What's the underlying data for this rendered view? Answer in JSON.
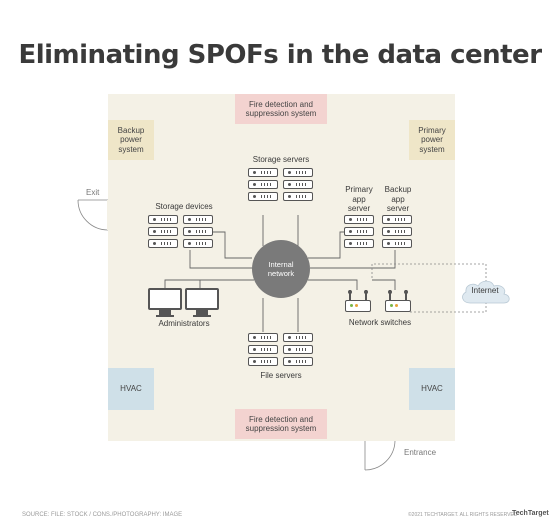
{
  "title": "Eliminating SPOFs in the data center",
  "zones": {
    "fire_top": "Fire detection and\nsuppression system",
    "fire_bottom": "Fire detection and\nsuppression system",
    "backup_power": "Backup\npower\nsystem",
    "primary_power": "Primary\npower\nsystem",
    "hvac_left": "HVAC",
    "hvac_right": "HVAC"
  },
  "labels": {
    "storage_servers": "Storage servers",
    "storage_devices": "Storage devices",
    "primary_app_server": "Primary\napp\nserver",
    "backup_app_server": "Backup\napp\nserver",
    "internal_network": "Internal\nnetwork",
    "administrators": "Administrators",
    "network_switches": "Network switches",
    "file_servers": "File servers",
    "internet": "Internet",
    "exit": "Exit",
    "entrance": "Entrance"
  },
  "footer": {
    "source": "SOURCE: FILE: STOCK / CONS./PHOTOGRAPHY: IMAGE",
    "copyright": "©2021 TECHTARGET. ALL RIGHTS RESERVED",
    "brand": "TechTarget"
  },
  "colors": {
    "title": "#3a3a3a",
    "room": "#f4f1e6",
    "fire": "#f3d3d0",
    "power": "#efe6c8",
    "hvac": "#cfe0e8",
    "hub": "#7a7a7a",
    "led_green": "#7ab648",
    "led_orange": "#e8a33a",
    "cloud": "#dfe9f0"
  }
}
